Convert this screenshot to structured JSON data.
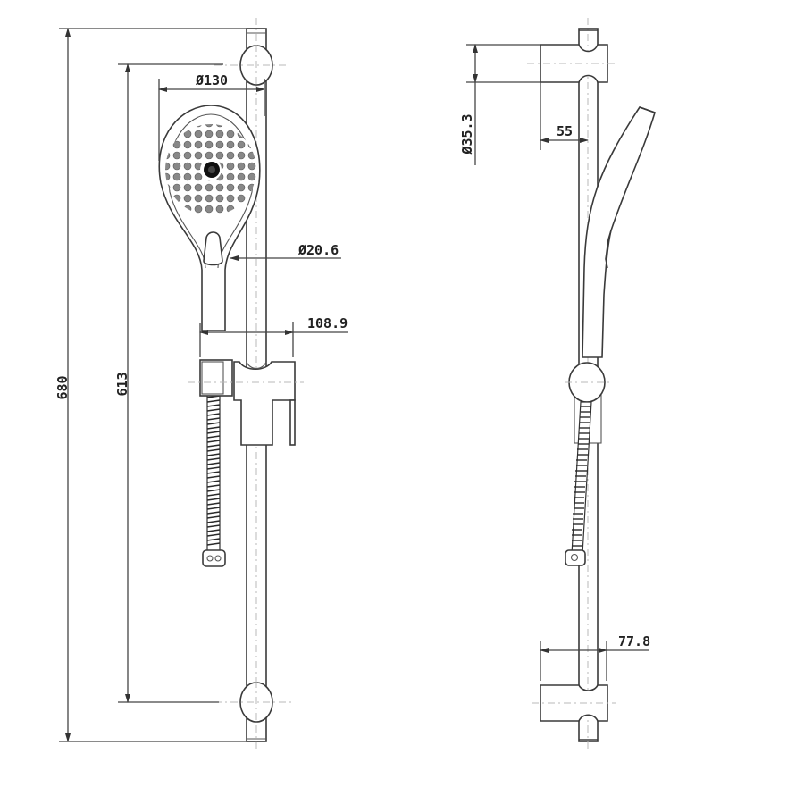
{
  "drawing": {
    "title": "Shower rail set technical drawing",
    "views": [
      "front-view",
      "side-view"
    ],
    "line_color": "#3a3a3a",
    "centerline_color": "#b8b8b8",
    "background": "#ffffff"
  },
  "dimensions": {
    "overall_height": "680",
    "bracket_spacing": "613",
    "head_diameter": "Ø130",
    "rail_diameter": "Ø20.6",
    "holder_projection": "108.9",
    "bracket_diameter": "Ø35.3",
    "bracket_depth_top": "55",
    "bracket_depth_bottom": "77.8"
  },
  "units": "mm"
}
